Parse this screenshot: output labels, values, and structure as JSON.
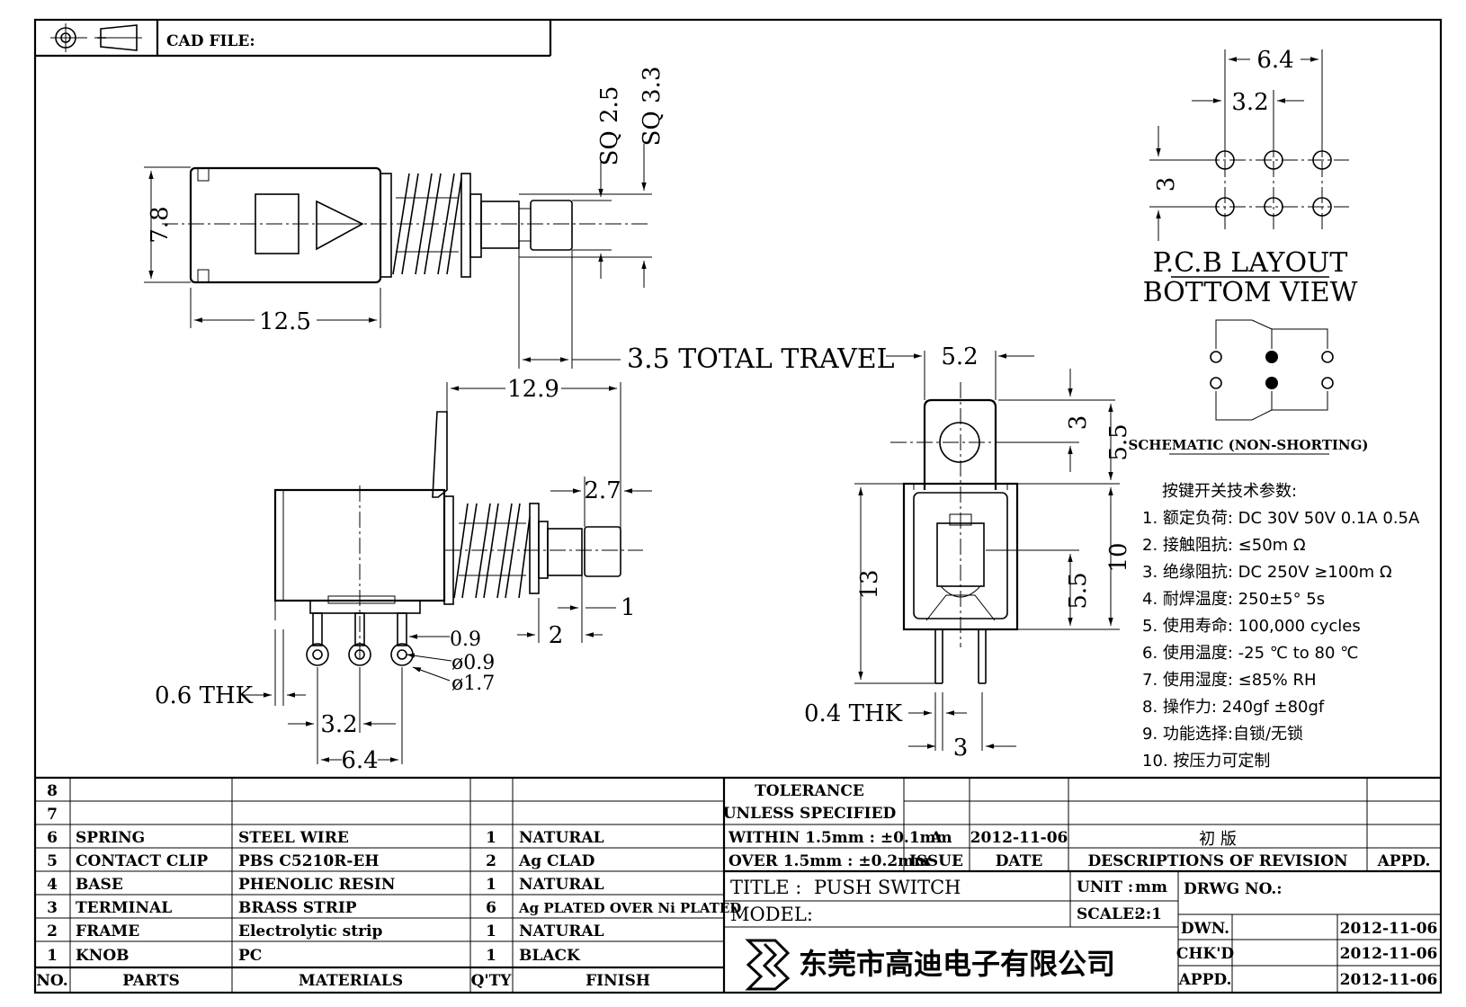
{
  "header": {
    "cad_file_label": "CAD FILE:"
  },
  "side_view": {
    "dim_length": "12.5",
    "dim_height": "7.8",
    "dim_sq1": "SQ 2.5",
    "dim_sq2": "SQ 3.3",
    "dim_travel": "3.5 TOTAL TRAVEL"
  },
  "front_view": {
    "dim_total": "12.9",
    "dim_button": "2.7",
    "dim_pin_len": "1",
    "dim_pin_w": "2",
    "dim_pin_thk": "0.9",
    "dim_hole_inner": "ø0.9",
    "dim_hole_outer": "ø1.7",
    "dim_frame_thk": "0.6 THK",
    "dim_pitch1": "3.2",
    "dim_pitch2": "6.4"
  },
  "end_view": {
    "dim_top_w": "5.2",
    "dim_top_h": "3",
    "dim_top_h2": "5.5",
    "dim_body_h": "13",
    "dim_body_h2": "10",
    "dim_lower": "5.5",
    "dim_pin_thk": "0.4 THK",
    "dim_pin_pitch": "3"
  },
  "pcb": {
    "dim_w": "6.4",
    "dim_pitch": "3.2",
    "dim_row": "3",
    "title1": "P.C.B LAYOUT",
    "title2": "BOTTOM VIEW",
    "schematic_label": "SCHEMATIC (NON-SHORTING)"
  },
  "specs": {
    "heading": "按键开关技术参数:",
    "items": [
      "1.  额定负荷: DC 30V 50V    0.1A  0.5A",
      "2.  接触阻抗:  ≤50m Ω",
      "3.  绝缘阻抗: DC 250V  ≥100m Ω",
      "4.  耐焊温度: 250±5°    5s",
      "5.  使用寿命: 100,000 cycles",
      "6.  使用温度: -25  ℃  to 80  ℃",
      "7.  使用湿度:  ≤85% RH",
      "8.  操作力: 240gf  ±80gf",
      "9.  功能选择:自锁/无锁",
      "10.  按压力可定制"
    ]
  },
  "bom": {
    "rows": [
      {
        "no": "8",
        "part": "",
        "material": "",
        "qty": "",
        "finish": ""
      },
      {
        "no": "7",
        "part": "",
        "material": "",
        "qty": "",
        "finish": ""
      },
      {
        "no": "6",
        "part": "SPRING",
        "material": "STEEL WIRE",
        "qty": "1",
        "finish": "NATURAL"
      },
      {
        "no": "5",
        "part": "CONTACT CLIP",
        "material": "PBS C5210R-EH",
        "qty": "2",
        "finish": "Ag CLAD"
      },
      {
        "no": "4",
        "part": "BASE",
        "material": "PHENOLIC RESIN",
        "qty": "1",
        "finish": "NATURAL"
      },
      {
        "no": "3",
        "part": "TERMINAL",
        "material": "BRASS STRIP",
        "qty": "6",
        "finish": "Ag PLATED OVER Ni PLATED"
      },
      {
        "no": "2",
        "part": "FRAME",
        "material": "Electrolytic strip",
        "qty": "1",
        "finish": "NATURAL"
      },
      {
        "no": "1",
        "part": "KNOB",
        "material": "PC",
        "qty": "1",
        "finish": "BLACK"
      }
    ],
    "headers": {
      "no": "NO.",
      "part": "PARTS",
      "material": "MATERIALS",
      "qty": "Q'TY",
      "finish": "FINISH"
    }
  },
  "title_block": {
    "tolerance1": "TOLERANCE",
    "tolerance2": "UNLESS  SPECIFIED",
    "within": "WITHIN 1.5mm : ±0.1mm",
    "over": "OVER 1.5mm : ±0.2mm",
    "rev_issue": "A",
    "rev_date": "2012-11-06",
    "rev_desc": "初 版",
    "issue_label": "ISSUE",
    "date_label": "DATE",
    "desc_label": "DESCRIPTIONS  OF  REVISION",
    "appd_label": "APPD.",
    "title_label": "TITLE :",
    "title_value": "PUSH SWITCH",
    "unit_label": "UNIT :",
    "unit_value": "mm",
    "scale_label": "SCALE:",
    "scale_value": "2:1",
    "model_label": "MODEL:",
    "drwg_label": "DRWG NO.:",
    "dwn_label": "DWN.",
    "dwn_date": "2012-11-06",
    "chk_label": "CHK'D",
    "chk_date": "2012-11-06",
    "apd_label": "APPD.",
    "apd_date": "2012-11-06",
    "company": "东莞市高迪电子有限公司"
  }
}
